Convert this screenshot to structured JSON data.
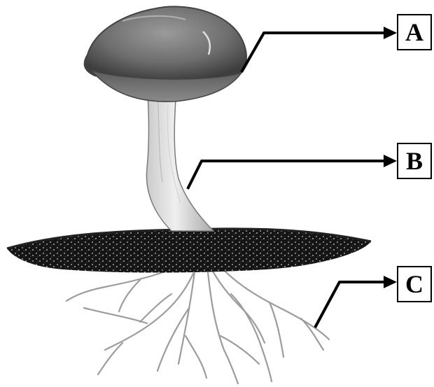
{
  "labels": {
    "a": "A",
    "b": "B",
    "c": "C"
  },
  "illustration": {
    "subject": "mushroom",
    "parts": [
      "cap",
      "stem",
      "mycelium"
    ]
  },
  "colors": {
    "line": "#000000",
    "background": "#ffffff",
    "soil": "#1a1a1a"
  }
}
